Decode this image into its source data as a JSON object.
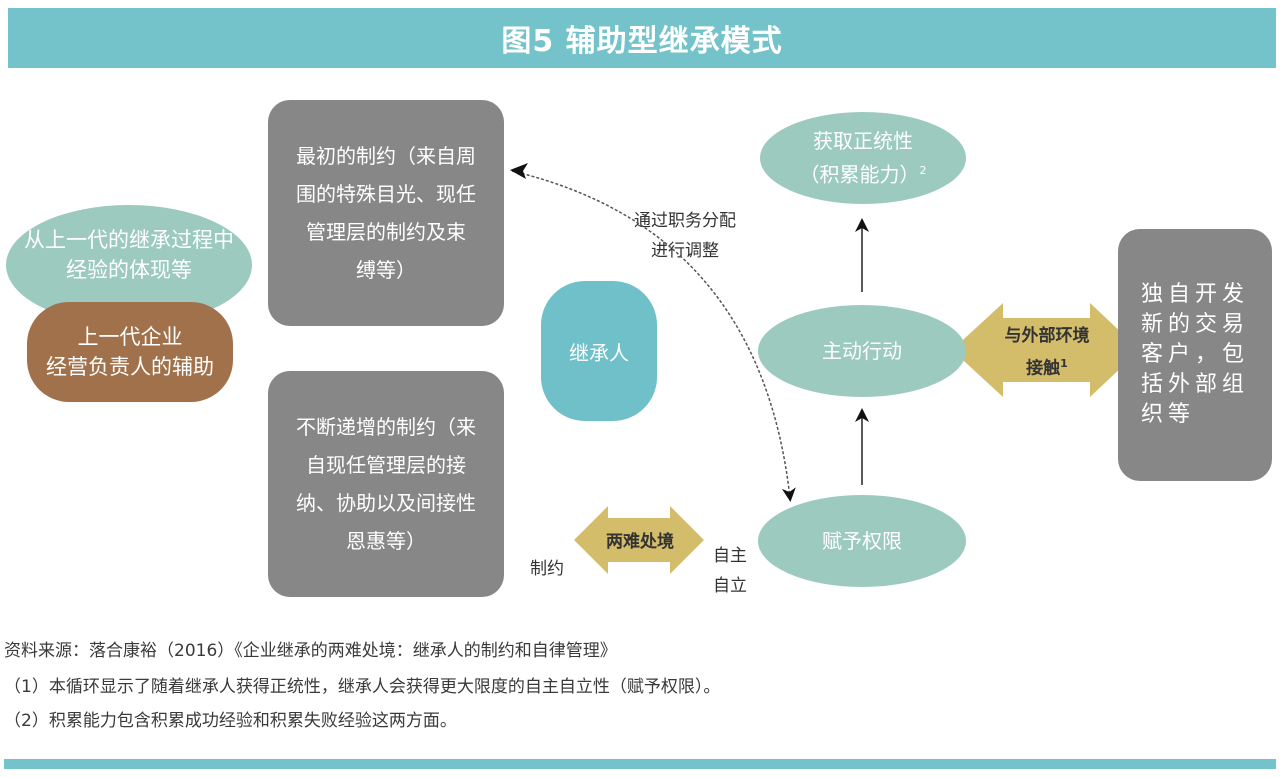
{
  "title": "图5 辅助型继承模式",
  "left": {
    "ellipse_text": "从上一代的继承过程中\n经验的体现等",
    "pill_text": "上一代企业\n经营负责人的辅助"
  },
  "constraints": {
    "initial": "最初的制约（来自周\n围的特殊目光、现任\n管理层的制约及束\n缚等）",
    "increasing": "不断递增的制约（来\n自现任管理层的接\n纳、协助以及间接性\n恩惠等）"
  },
  "successor": "继承人",
  "adjust_label": "通过职务分配\n进行调整",
  "cycle": {
    "legitimacy_line1": "获取正统性",
    "legitimacy_line2": "（积累能力）",
    "legitimacy_note": "2",
    "active_action": "主动行动",
    "grant_authority": "赋予权限"
  },
  "external_contact": {
    "line1": "与外部环境",
    "line2": "接触",
    "note": "1"
  },
  "external_box": "独自开发\n新的交易\n客户，包\n括外部组\n织等",
  "dilemma": {
    "label": "两难处境",
    "left_label": "制约",
    "right_label": "自主\n自立"
  },
  "footnotes": [
    "资料来源：落合康裕（2016）《企业继承的两难处境：继承人的制约和自律管理》",
    "（1）本循环显示了随着继承人获得正统性，继承人会获得更大限度的自主自立性（赋予权限）。",
    "（2）积累能力包含积累成功经验和积累失败经验这两方面。"
  ],
  "colors": {
    "header": "#74c3cb",
    "ellipse": "#9ccabf",
    "gray_box": "#878787",
    "brown": "#a0714a",
    "gold_arrow": "#d4bd6a",
    "successor": "#6fc0c9"
  }
}
